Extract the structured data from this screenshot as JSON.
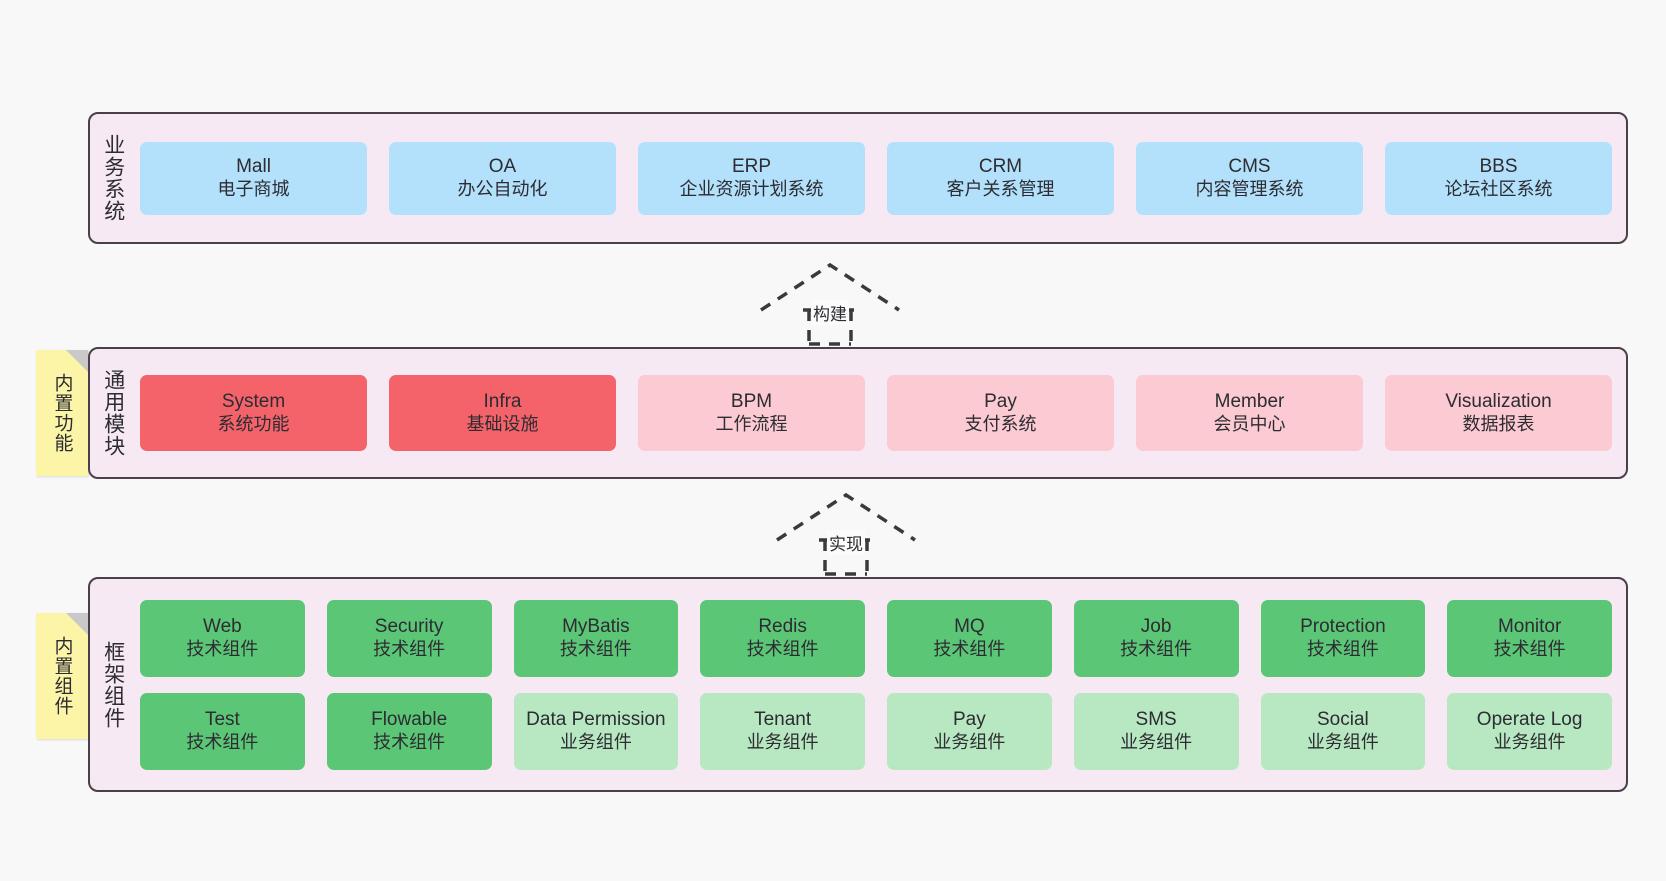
{
  "diagram": {
    "background_color": "#f8f8f8",
    "layer_fill": "#f7e9f3",
    "layer_border": "#4a4048"
  },
  "layers": [
    {
      "id": "business",
      "title": "业务系统",
      "rows": [
        {
          "cards": [
            {
              "name": "Mall",
              "desc": "电子商城",
              "color": "#b3e0fb",
              "style": "c-blue"
            },
            {
              "name": "OA",
              "desc": "办公自动化",
              "color": "#b3e0fb",
              "style": "c-blue"
            },
            {
              "name": "ERP",
              "desc": "企业资源计划系统",
              "color": "#b3e0fb",
              "style": "c-blue"
            },
            {
              "name": "CRM",
              "desc": "客户关系管理",
              "color": "#b3e0fb",
              "style": "c-blue"
            },
            {
              "name": "CMS",
              "desc": "内容管理系统",
              "color": "#b3e0fb",
              "style": "c-blue"
            },
            {
              "name": "BBS",
              "desc": "论坛社区系统",
              "color": "#b3e0fb",
              "style": "c-blue"
            }
          ]
        }
      ]
    },
    {
      "id": "common",
      "title": "通用模块",
      "sticky": "内置功能",
      "rows": [
        {
          "cards": [
            {
              "name": "System",
              "desc": "系统功能",
              "color": "#f4636a",
              "style": "c-red"
            },
            {
              "name": "Infra",
              "desc": "基础设施",
              "color": "#f4636a",
              "style": "c-red"
            },
            {
              "name": "BPM",
              "desc": "工作流程",
              "color": "#fbcad2",
              "style": "c-pink"
            },
            {
              "name": "Pay",
              "desc": "支付系统",
              "color": "#fbcad2",
              "style": "c-pink"
            },
            {
              "name": "Member",
              "desc": "会员中心",
              "color": "#fbcad2",
              "style": "c-pink"
            },
            {
              "name": "Visualization",
              "desc": "数据报表",
              "color": "#fbcad2",
              "style": "c-pink"
            }
          ]
        }
      ]
    },
    {
      "id": "framework",
      "title": "框架组件",
      "sticky": "内置组件",
      "rows": [
        {
          "cards": [
            {
              "name": "Web",
              "desc": "技术组件",
              "color": "#5cc677",
              "style": "c-green"
            },
            {
              "name": "Security",
              "desc": "技术组件",
              "color": "#5cc677",
              "style": "c-green"
            },
            {
              "name": "MyBatis",
              "desc": "技术组件",
              "color": "#5cc677",
              "style": "c-green"
            },
            {
              "name": "Redis",
              "desc": "技术组件",
              "color": "#5cc677",
              "style": "c-green"
            },
            {
              "name": "MQ",
              "desc": "技术组件",
              "color": "#5cc677",
              "style": "c-green"
            },
            {
              "name": "Job",
              "desc": "技术组件",
              "color": "#5cc677",
              "style": "c-green"
            },
            {
              "name": "Protection",
              "desc": "技术组件",
              "color": "#5cc677",
              "style": "c-green"
            },
            {
              "name": "Monitor",
              "desc": "技术组件",
              "color": "#5cc677",
              "style": "c-green"
            }
          ]
        },
        {
          "cards": [
            {
              "name": "Test",
              "desc": "技术组件",
              "color": "#5cc677",
              "style": "c-green"
            },
            {
              "name": "Flowable",
              "desc": "技术组件",
              "color": "#5cc677",
              "style": "c-green"
            },
            {
              "name": "Data Permission",
              "desc": "业务组件",
              "color": "#b8e8c2",
              "style": "c-lightgreen"
            },
            {
              "name": "Tenant",
              "desc": "业务组件",
              "color": "#b8e8c2",
              "style": "c-lightgreen"
            },
            {
              "name": "Pay",
              "desc": "业务组件",
              "color": "#b8e8c2",
              "style": "c-lightgreen"
            },
            {
              "name": "SMS",
              "desc": "业务组件",
              "color": "#b8e8c2",
              "style": "c-lightgreen"
            },
            {
              "name": "Social",
              "desc": "业务组件",
              "color": "#b8e8c2",
              "style": "c-lightgreen"
            },
            {
              "name": "Operate Log",
              "desc": "业务组件",
              "color": "#b8e8c2",
              "style": "c-lightgreen"
            }
          ]
        }
      ]
    }
  ],
  "connectors": [
    {
      "id": "build",
      "label": "构建",
      "from": "common",
      "to": "business"
    },
    {
      "id": "realize",
      "label": "实现",
      "from": "framework",
      "to": "common"
    }
  ]
}
